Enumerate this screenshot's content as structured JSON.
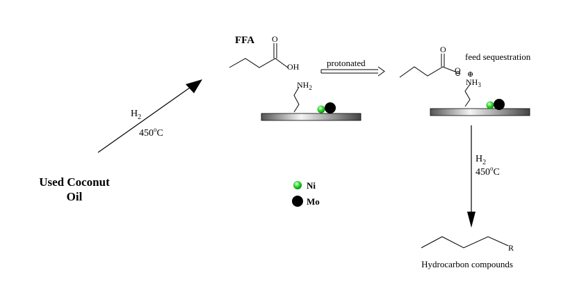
{
  "feedstock": {
    "line1": "Used Coconut",
    "line2": "Oil"
  },
  "step1": {
    "reagent": "H",
    "reagent_sub": "2",
    "temperature": "450",
    "temp_unit": "C",
    "degree": "o"
  },
  "ffa": {
    "label": "FFA",
    "oxygen": "O",
    "hydroxyl": "OH"
  },
  "surface_amine": {
    "group": "NH",
    "sub": "2"
  },
  "process": {
    "label": "protonated"
  },
  "sequestered": {
    "label": "feed sequestration",
    "oxygen": "O",
    "minus": "⊖",
    "plus": "⊕",
    "group": "NH",
    "sub": "3"
  },
  "step2": {
    "reagent": "H",
    "reagent_sub": "2",
    "temperature": "450",
    "temp_unit": "C",
    "degree": "o"
  },
  "legend": [
    {
      "symbol": "Ni",
      "color": "#22dd22"
    },
    {
      "symbol": "Mo",
      "color": "#000000"
    }
  ],
  "product": {
    "r_group": "R",
    "label": "Hydrocarbon compounds"
  }
}
